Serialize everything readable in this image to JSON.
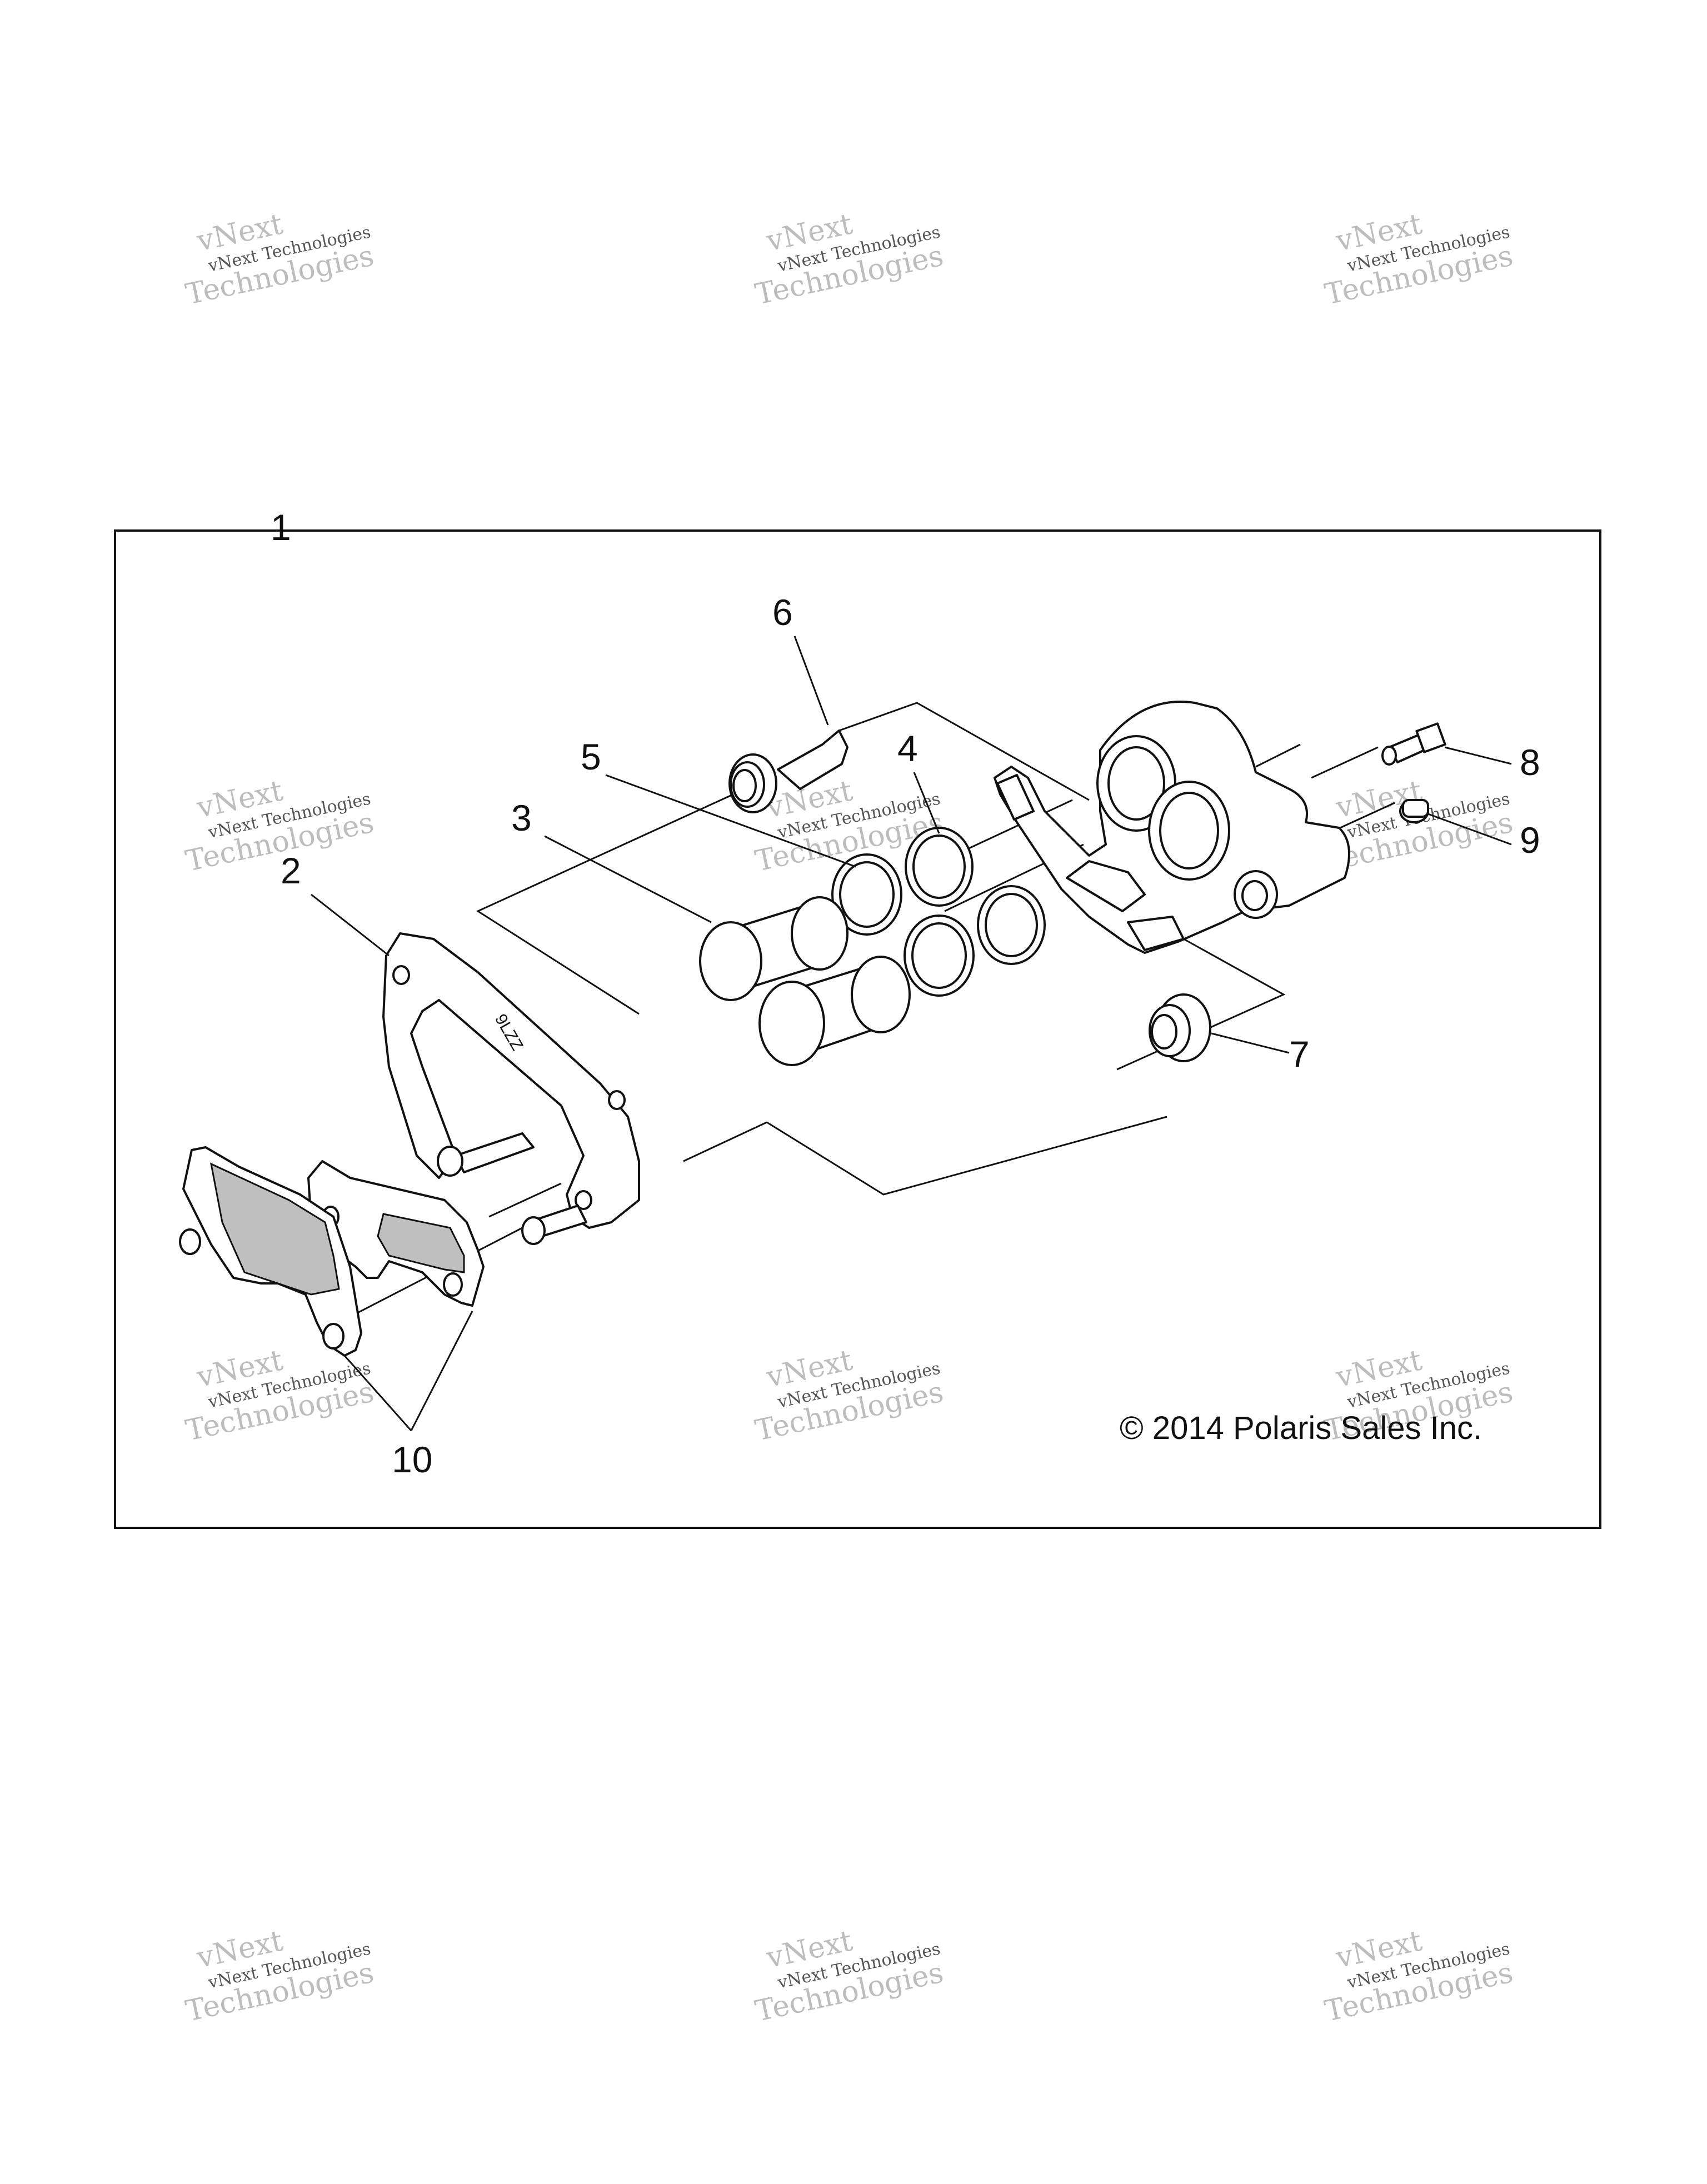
{
  "diagram": {
    "callouts": [
      "1",
      "2",
      "3",
      "4",
      "5",
      "6",
      "7",
      "8",
      "9",
      "10"
    ],
    "copyright": "© 2014 Polaris Sales Inc.",
    "bracket_stamp": "9LZZ"
  },
  "watermarks": {
    "line1": "vNext",
    "line2": "vNext Technologies",
    "line3": "Technologies",
    "color": "#8a8a8a"
  },
  "colors": {
    "ink": "#111111",
    "background": "#ffffff",
    "shade": "#bfbfbf"
  }
}
